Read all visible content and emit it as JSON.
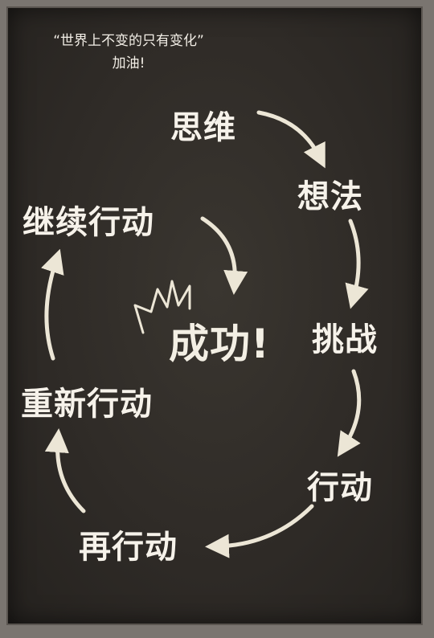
{
  "header": {
    "quote": "“世界上不变的只有变化”",
    "cheer": "加油!"
  },
  "cycle": {
    "step1": "思维",
    "step2": "想法",
    "step3": "挑战",
    "step4": "行动",
    "step5": "再行动",
    "step6": "重新行动",
    "step7": "继续行动"
  },
  "center": {
    "label": "成功!"
  },
  "colors": {
    "background": "#2f2b27",
    "text": "#f6f2ea",
    "arrow": "#ece6d6"
  }
}
